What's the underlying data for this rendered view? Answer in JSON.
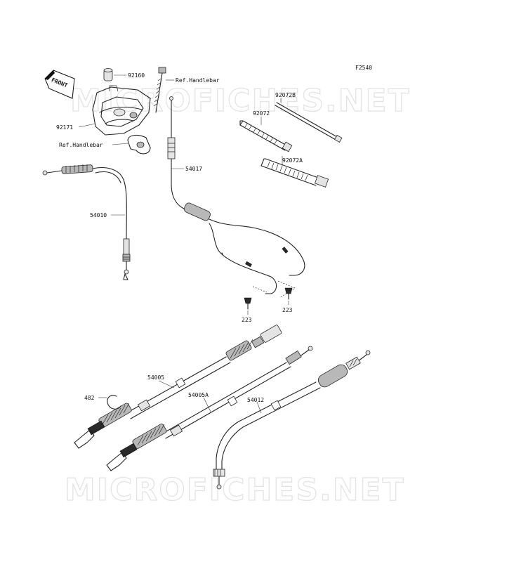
{
  "figure_code": "F2540",
  "watermarks": [
    "MICROFICHES.NET",
    "MICROFICHES.NET"
  ],
  "front_arrow_text": "FRONT",
  "labels": {
    "p92160": "92160",
    "ref_handlebar_top": "Ref.Handlebar",
    "p92171": "92171",
    "ref_handlebar_bottom": "Ref.Handlebar",
    "p92072B": "92072B",
    "p92072": "92072",
    "p92072A": "92072A",
    "p54017": "54017",
    "p54010": "54010",
    "p223_left": "223",
    "p223_right": "223",
    "p54005": "54005",
    "p482": "482",
    "p54005A": "54005A",
    "p54012": "54012"
  }
}
